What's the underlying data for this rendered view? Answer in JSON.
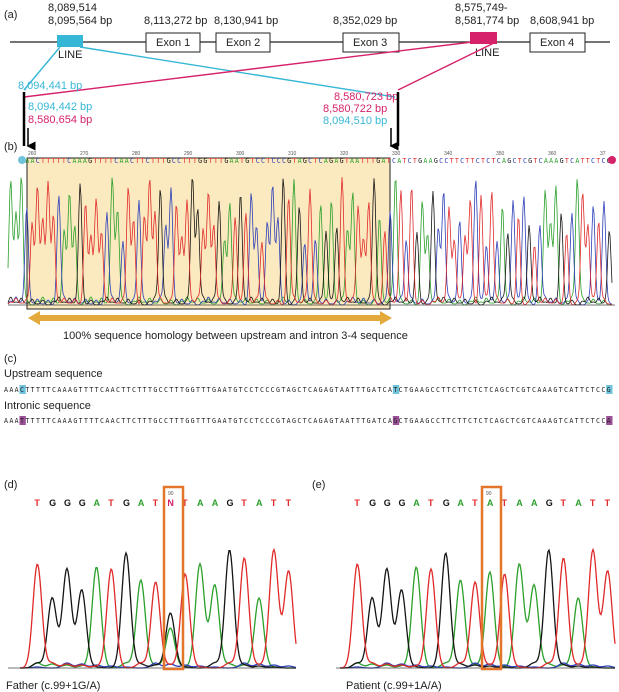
{
  "colors": {
    "blue": "#37b7d6",
    "magenta": "#d6226b",
    "orange": "#e3762a",
    "shade": "#fbe9bf",
    "A": "#2aa02a",
    "C": "#2c3fb8",
    "G": "#151515",
    "T": "#e02a2a",
    "hl_blue": "#6fc3dc",
    "hl_purple": "#9b4f96"
  },
  "panel_a": {
    "label": "(a)",
    "features": [
      {
        "type": "line",
        "label": "LINE",
        "coord": "8,089,514\n8,095,564 bp",
        "color": "#37b7d6"
      },
      {
        "type": "exon",
        "label": "Exon 1",
        "coord": "8,113,272 bp"
      },
      {
        "type": "exon",
        "label": "Exon 2",
        "coord": "8,130,941 bp"
      },
      {
        "type": "exon",
        "label": "Exon 3",
        "coord": "8,352,029 bp"
      },
      {
        "type": "line",
        "label": "LINE",
        "coord": "8,575,749-\n8,581,774 bp",
        "color": "#d6226b"
      },
      {
        "type": "exon",
        "label": "Exon 4",
        "coord": "8,608,941 bp"
      }
    ],
    "junctions": {
      "left_top": "8,094,441 bp",
      "left_a": "8,094,442 bp",
      "left_b": "8,580,654 bp",
      "right_top": "8,580,723 bp",
      "right_a": "8,580,722 bp",
      "right_b": "8,094,510 bp"
    }
  },
  "panel_b": {
    "label": "(b)",
    "sequence": "AAACTTTTTCAAAGTTTTCAACTTCTTTGCCTTTGGTTTGAATGTCCTCCCGTAGCTCAGAGTAATTTGATCATCTGAAGCCTTCTTCTCTCAGCTCGTCAAAGTCATTCTCG",
    "positions": [
      "260",
      "270",
      "280",
      "290",
      "300",
      "310",
      "320",
      "330",
      "340",
      "350",
      "360",
      "37"
    ],
    "caption": "100% sequence homology between upstream and intron 3-4 sequence"
  },
  "panel_c": {
    "label": "(c)",
    "rows": [
      {
        "title": "Upstream sequence",
        "seq": "AAACTTTTTCAAAGTTTTCAACTTCTTTGCCTTTGGTTTGAATGTCCTCCCGTAGCTCAGAGTAATTTGATCATCTGAAGCCTTCTTCTCTCAGCTCGTCAAAGTCATTCTCCG",
        "highlight": "#6fc3dc"
      },
      {
        "title": "Intronic sequence",
        "seq": "AAATTTTTTCAAAGTTTTCAACTTCTTTGCCTTTGGTTTGAATGTCCTCCCGTAGCTCAGAGTAATTTGATCAGCTGAAGCCTTCTTCTCTCAGCTCGTCAAAGTCATTCTCCA",
        "highlight": "#9b4f96"
      }
    ]
  },
  "panel_d": {
    "label": "(d)",
    "bases": [
      "T",
      "G",
      "G",
      "G",
      "A",
      "T",
      "G",
      "A",
      "T",
      "N",
      "T",
      "A",
      "A",
      "G",
      "T",
      "A",
      "T",
      "T"
    ],
    "position": "90",
    "caption": "Father (c.99+1G/A)"
  },
  "panel_e": {
    "label": "(e)",
    "bases": [
      "T",
      "G",
      "G",
      "G",
      "A",
      "T",
      "G",
      "A",
      "T",
      "A",
      "T",
      "A",
      "A",
      "G",
      "T",
      "A",
      "T",
      "T"
    ],
    "position": "90",
    "caption": "Patient (c.99+1A/A)"
  }
}
